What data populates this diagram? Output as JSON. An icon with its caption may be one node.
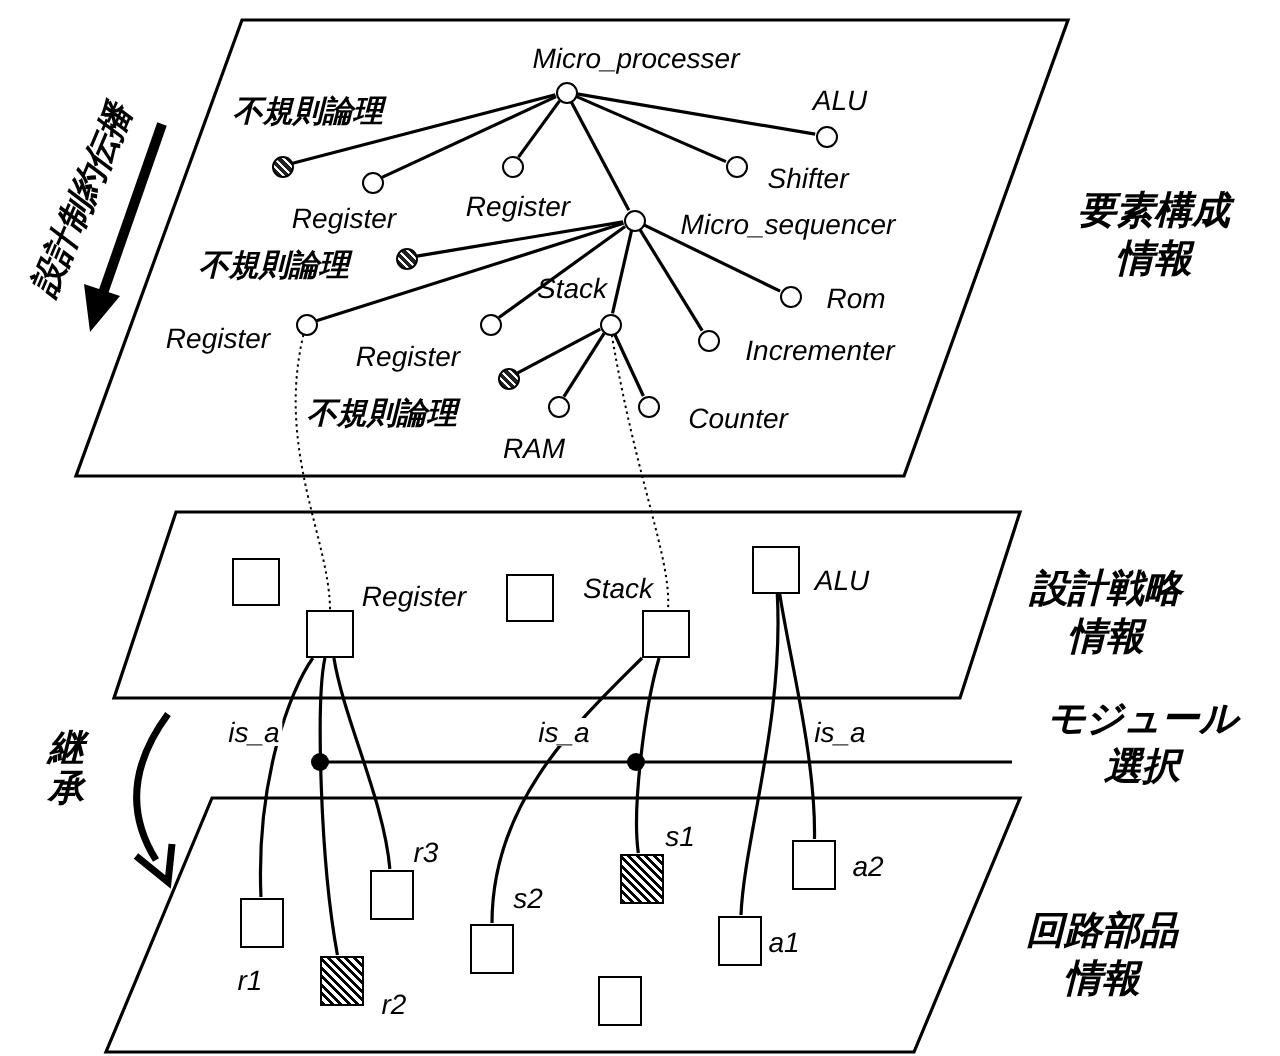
{
  "diagram": {
    "nodes": [
      {
        "text": [
          "要素構成情報"
        ]
      },
      {
        "text": [
          "Micro_processer"
        ],
        "in": 0
      },
      {
        "text": [
          "ALU"
        ],
        "in": 0
      },
      {
        "text": [
          "不規則論理"
        ],
        "in": 0
      },
      {
        "text": [
          "Register"
        ],
        "in": 0
      },
      {
        "text": [
          "Register"
        ],
        "in": 0
      },
      {
        "text": [
          "Shifter"
        ],
        "in": 0
      },
      {
        "text": [
          "Micro_sequencer"
        ],
        "in": 0
      },
      {
        "text": [
          "不規則論理"
        ],
        "in": 0
      },
      {
        "text": [
          "Register"
        ],
        "in": 0
      },
      {
        "text": [
          "Register"
        ],
        "in": 0
      },
      {
        "text": [
          "Stack"
        ],
        "in": 0
      },
      {
        "text": [
          "Rom"
        ],
        "in": 0
      },
      {
        "text": [
          "Incrementer"
        ],
        "in": 0
      },
      {
        "text": [
          "不規則論理"
        ],
        "in": 0
      },
      {
        "text": [
          "RAM"
        ],
        "in": 0
      },
      {
        "text": [
          "Counter"
        ],
        "in": 0
      },
      {
        "text": [
          "設計戦略情報"
        ]
      },
      {
        "text": [],
        "shape": "box",
        "in": 17
      },
      {
        "text": [
          "Register"
        ],
        "in": 17
      },
      {
        "text": [],
        "shape": "box",
        "in": 17
      },
      {
        "text": [
          "Stack"
        ],
        "in": 17
      },
      {
        "text": [
          "ALU"
        ],
        "in": 17
      },
      {
        "text": [
          "回路部品情報"
        ]
      },
      {
        "text": [
          "r1"
        ],
        "in": 23
      },
      {
        "text": [
          "r2"
        ],
        "in": 23
      },
      {
        "text": [
          "r3"
        ],
        "in": 23
      },
      {
        "text": [
          "s2"
        ],
        "in": 23
      },
      {
        "text": [
          "s1"
        ],
        "in": 23
      },
      {
        "text": [],
        "shape": "box",
        "in": 23
      },
      {
        "text": [
          "a1"
        ],
        "in": 23
      },
      {
        "text": [
          "a2"
        ],
        "in": 23
      }
    ],
    "edges": [
      {
        "from": 1,
        "to": 2,
        "arrow": "none"
      },
      {
        "from": 1,
        "to": 3,
        "arrow": "none"
      },
      {
        "from": 1,
        "to": 4,
        "arrow": "none"
      },
      {
        "from": 1,
        "to": 5,
        "arrow": "none"
      },
      {
        "from": 1,
        "to": 6,
        "arrow": "none"
      },
      {
        "from": 1,
        "to": 7,
        "arrow": "none"
      },
      {
        "from": 7,
        "to": 8,
        "arrow": "none"
      },
      {
        "from": 7,
        "to": 9,
        "arrow": "none"
      },
      {
        "from": 7,
        "to": 10,
        "arrow": "none"
      },
      {
        "from": 7,
        "to": 11,
        "arrow": "none"
      },
      {
        "from": 7,
        "to": 12,
        "arrow": "none"
      },
      {
        "from": 7,
        "to": 13,
        "arrow": "none"
      },
      {
        "from": 11,
        "to": 14,
        "arrow": "none"
      },
      {
        "from": 11,
        "to": 15,
        "arrow": "none"
      },
      {
        "from": 11,
        "to": 16,
        "arrow": "none"
      },
      {
        "from": 9,
        "to": 19,
        "arrow": "none",
        "style": "dashed"
      },
      {
        "from": 11,
        "to": 21,
        "arrow": "none",
        "style": "dashed"
      },
      {
        "from": 19,
        "to": 24,
        "arrow": "none",
        "label": "is_a"
      },
      {
        "from": 19,
        "to": 25,
        "arrow": "none"
      },
      {
        "from": 19,
        "to": 26,
        "arrow": "none"
      },
      {
        "from": 21,
        "to": 27,
        "arrow": "none",
        "label": "is_a"
      },
      {
        "from": 21,
        "to": 28,
        "arrow": "none"
      },
      {
        "from": 22,
        "to": 30,
        "arrow": "none"
      },
      {
        "from": 22,
        "to": 31,
        "arrow": "none",
        "label": "is_a"
      }
    ],
    "labels": [
      "設計制約伝播",
      "継承",
      "モジュール選択"
    ]
  }
}
